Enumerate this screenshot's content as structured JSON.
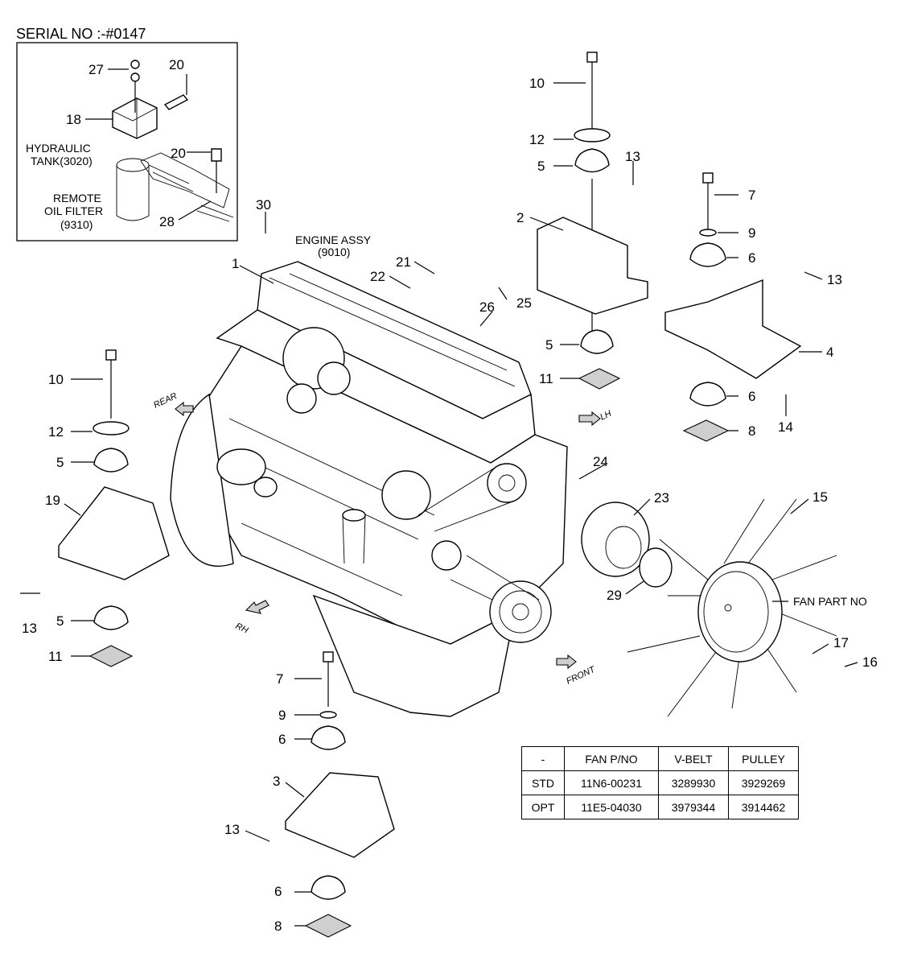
{
  "serial": "SERIAL NO :-#0147",
  "labels": {
    "engine_assy": "ENGINE ASSY",
    "engine_assy_code": "(9010)",
    "hydraulic_tank": "HYDRAULIC",
    "hydraulic_tank_code": "TANK(3020)",
    "remote": "REMOTE",
    "oil_filter": "OIL FILTER",
    "oil_filter_code": "(9310)",
    "fan_part_no": "FAN PART NO",
    "dir_rear": "REAR",
    "dir_lh": "LH",
    "dir_rh": "RH",
    "dir_front": "FRONT"
  },
  "callouts": [
    "27",
    "20",
    "18",
    "20",
    "28",
    "30",
    "1",
    "10",
    "12",
    "5",
    "13",
    "2",
    "21",
    "22",
    "25",
    "26",
    "5",
    "11",
    "7",
    "9",
    "6",
    "13",
    "4",
    "6",
    "14",
    "8",
    "10",
    "12",
    "5",
    "19",
    "13",
    "5",
    "11",
    "24",
    "23",
    "15",
    "29",
    "17",
    "16",
    "7",
    "9",
    "6",
    "3",
    "13",
    "6",
    "8"
  ],
  "table": {
    "header": [
      "-",
      "FAN P/NO",
      "V-BELT",
      "PULLEY"
    ],
    "rows": [
      [
        "STD",
        "11N6-00231",
        "3289930",
        "3929269"
      ],
      [
        "OPT",
        "11E5-04030",
        "3979344",
        "3914462"
      ]
    ]
  }
}
